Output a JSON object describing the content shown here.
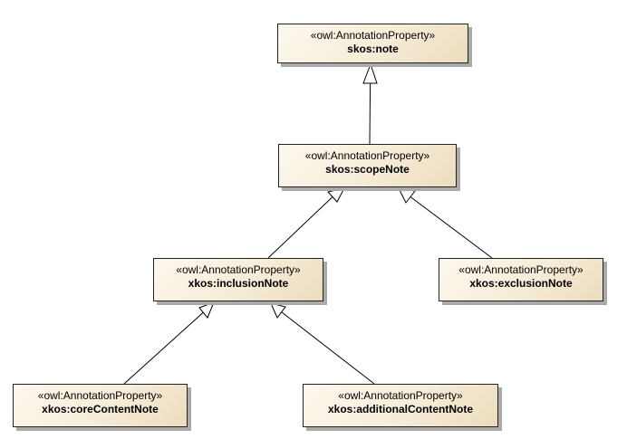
{
  "diagram": {
    "classes": [
      {
        "id": "note",
        "stereotype": "«owl:AnnotationProperty»",
        "name": "skos:note"
      },
      {
        "id": "scopeNote",
        "stereotype": "«owl:AnnotationProperty»",
        "name": "skos:scopeNote"
      },
      {
        "id": "inclusionNote",
        "stereotype": "«owl:AnnotationProperty»",
        "name": "xkos:inclusionNote"
      },
      {
        "id": "exclusionNote",
        "stereotype": "«owl:AnnotationProperty»",
        "name": "xkos:exclusionNote"
      },
      {
        "id": "coreContentNote",
        "stereotype": "«owl:AnnotationProperty»",
        "name": "xkos:coreContentNote"
      },
      {
        "id": "additionalContentNote",
        "stereotype": "«owl:AnnotationProperty»",
        "name": "xkos:additionalContentNote"
      }
    ],
    "generalizations": [
      {
        "from": "scopeNote",
        "to": "note"
      },
      {
        "from": "inclusionNote",
        "to": "scopeNote"
      },
      {
        "from": "exclusionNote",
        "to": "scopeNote"
      },
      {
        "from": "coreContentNote",
        "to": "inclusionNote"
      },
      {
        "from": "additionalContentNote",
        "to": "inclusionNote"
      }
    ]
  }
}
